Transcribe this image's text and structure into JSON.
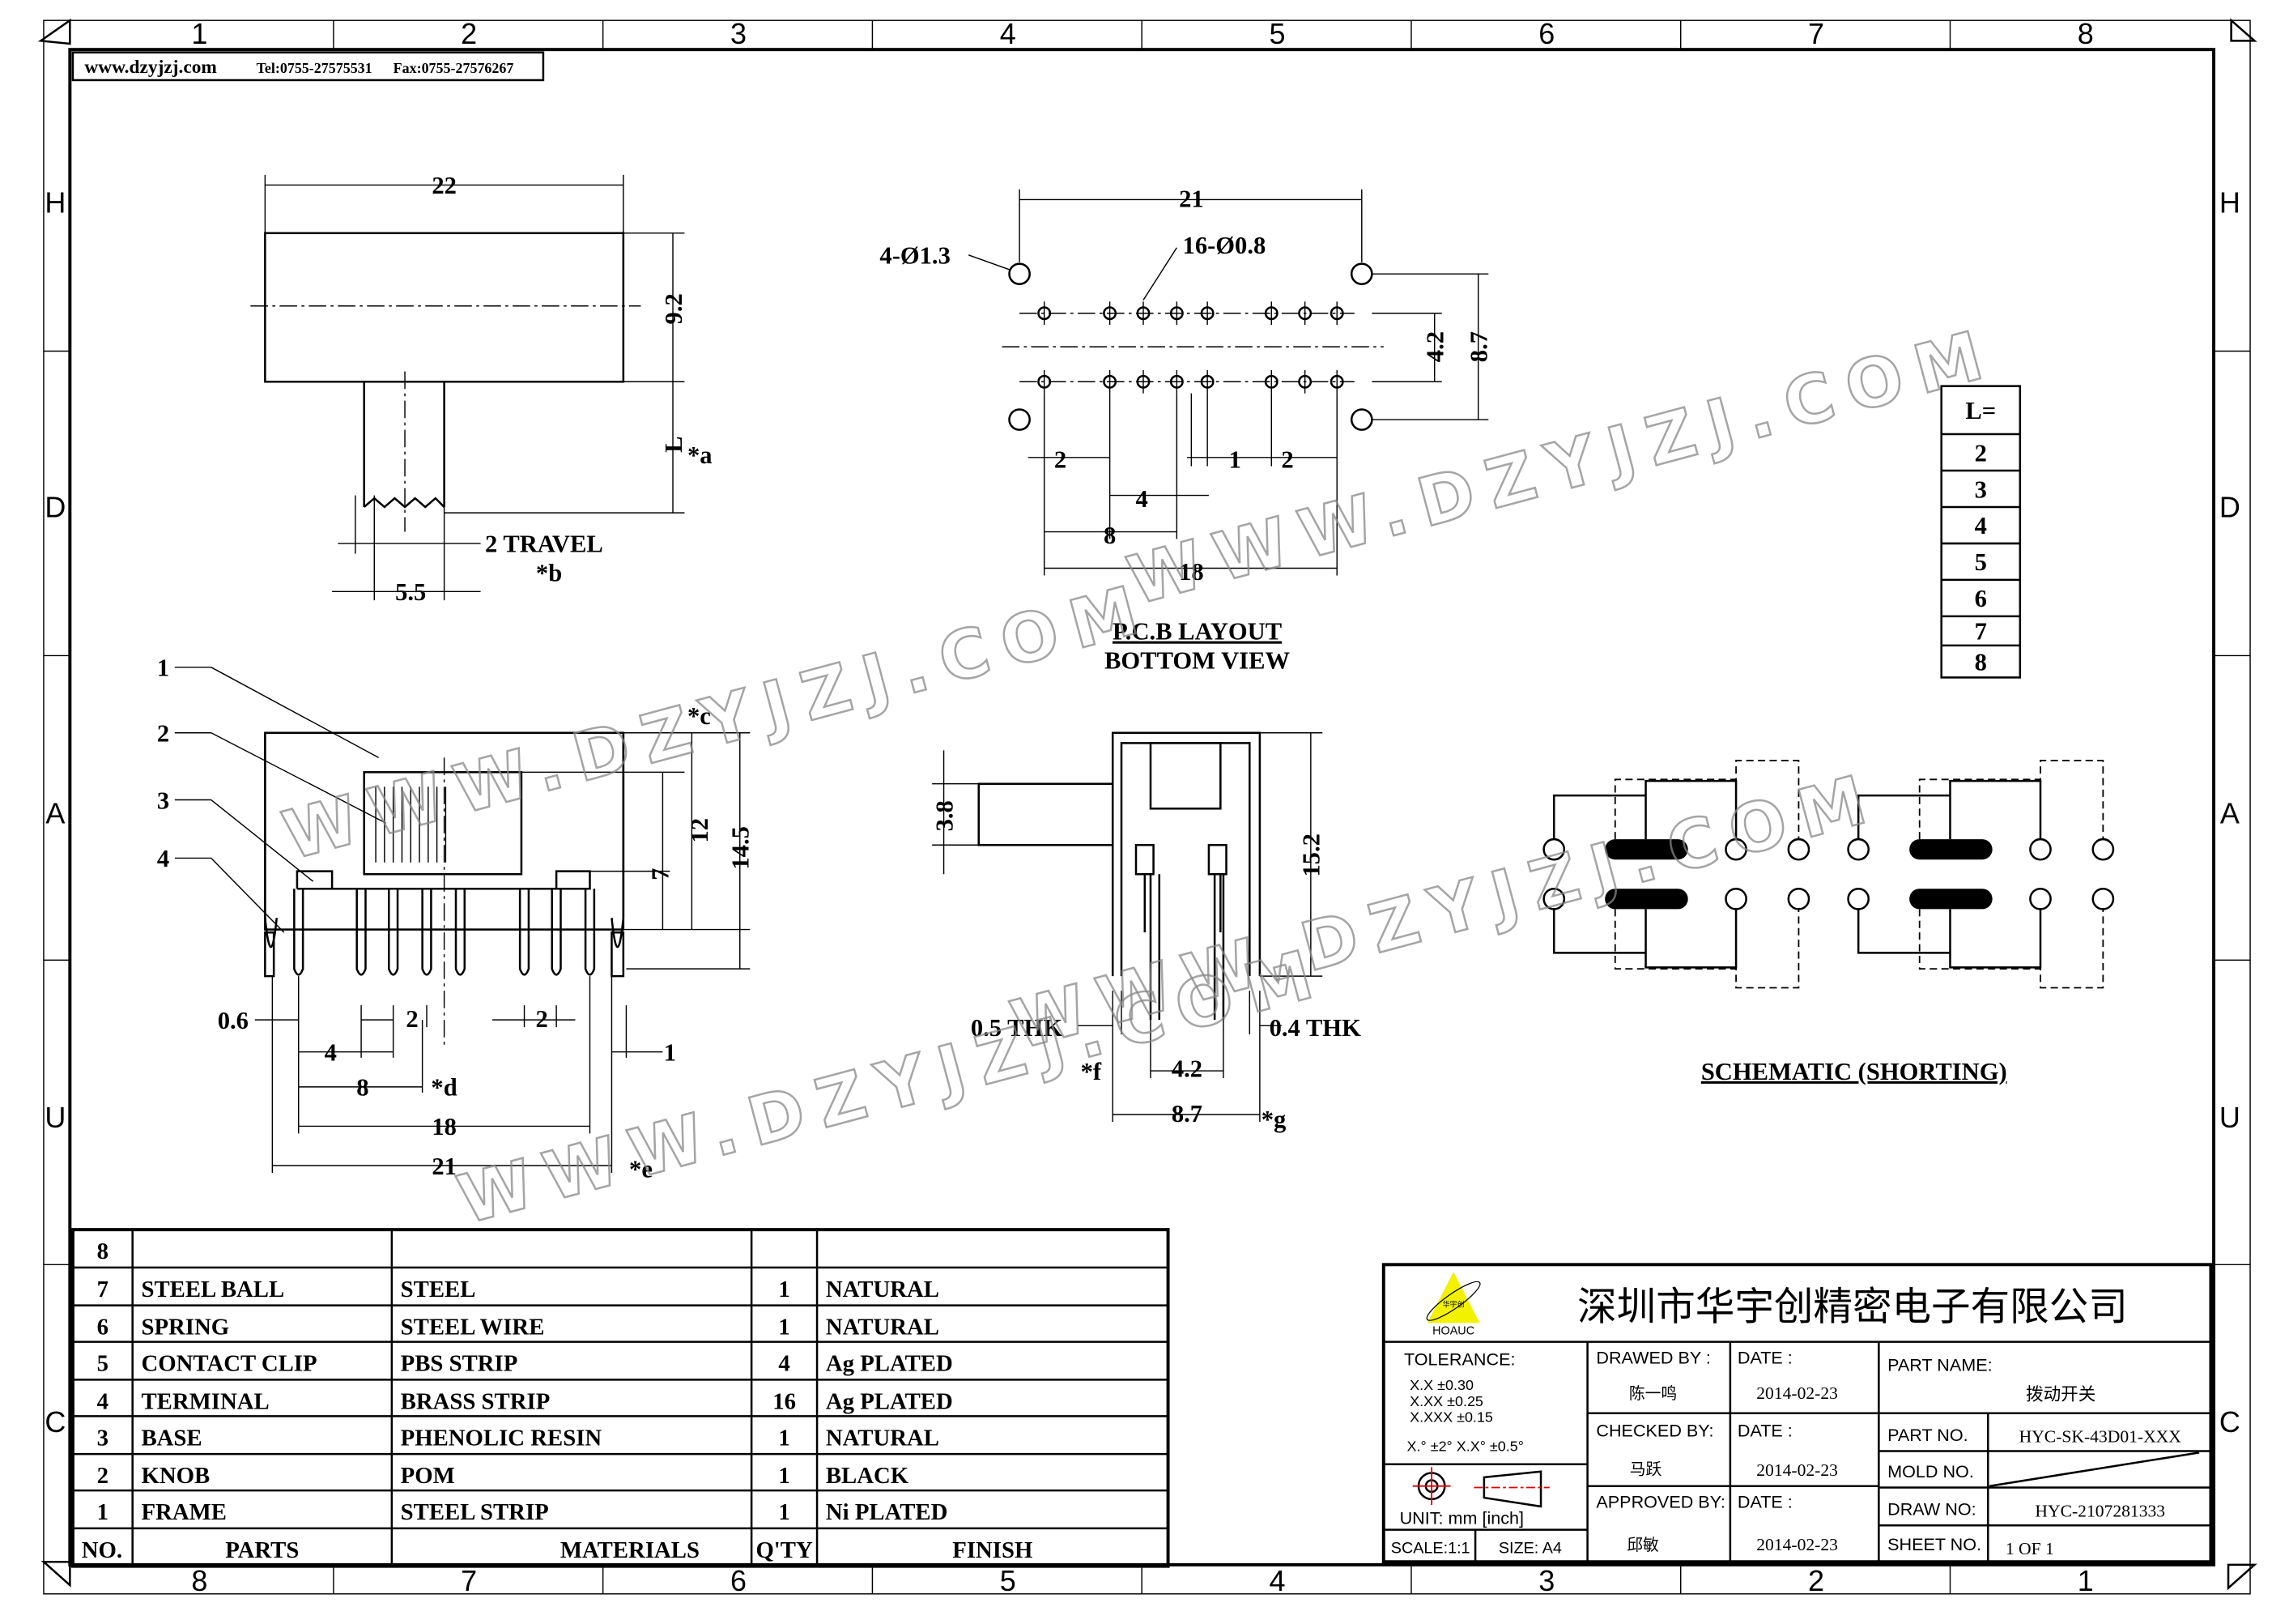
{
  "header": {
    "website": "www.dzyjzj.com",
    "tel": "Tel:0755-27575531",
    "fax": "Fax:0755-27576267"
  },
  "grid": {
    "top_columns": [
      "1",
      "2",
      "3",
      "4",
      "5",
      "6",
      "7",
      "8"
    ],
    "bottom_columns": [
      "8",
      "7",
      "6",
      "5",
      "4",
      "3",
      "2",
      "1"
    ],
    "rows": [
      "H",
      "D",
      "A",
      "U",
      "C"
    ]
  },
  "watermark": "WWW.DZYJZJ.COM",
  "top_view": {
    "width": "22",
    "height": "9.2",
    "length": "L",
    "note_a": "*a",
    "travel": "2 TRAVEL",
    "note_b": "*b",
    "stem": "5.5"
  },
  "pcb_layout": {
    "width": "21",
    "big_holes": "4-Ø1.3",
    "small_holes": "16-Ø0.8",
    "row_pitch": "4.2",
    "outer_pitch": "8.7",
    "d_2a": "2",
    "d_4": "4",
    "d_1": "1",
    "d_2b": "2",
    "d_8": "8",
    "d_18": "18",
    "title": "P.C.B LAYOUT",
    "subtitle": "BOTTOM VIEW"
  },
  "l_table": {
    "header": "L=",
    "values": [
      "2",
      "3",
      "4",
      "5",
      "6",
      "7",
      "8"
    ]
  },
  "front_view": {
    "callouts": [
      "1",
      "2",
      "3",
      "4"
    ],
    "note_c": "*c",
    "h12": "12",
    "h14_5": "14.5",
    "h7": "7",
    "d0_6": "0.6",
    "d4": "4",
    "d2a": "2",
    "d2b": "2",
    "d1": "1",
    "d8": "8",
    "note_d": "*d",
    "d18": "18",
    "d21": "21",
    "note_e": "*e"
  },
  "side_view": {
    "h3_8": "3.8",
    "h15_2": "15.2",
    "thk_left": "0.5 THK",
    "thk_right": "0.4 THK",
    "note_f": "*f",
    "d4_2": "4.2",
    "d8_7": "8.7",
    "note_g": "*g"
  },
  "schematic": {
    "title": "SCHEMATIC (SHORTING)"
  },
  "bom": {
    "headers": [
      "NO.",
      "PARTS",
      "MATERIALS",
      "Q'TY",
      "FINISH"
    ],
    "rows": [
      {
        "no": "8",
        "part": "",
        "material": "",
        "qty": "",
        "finish": ""
      },
      {
        "no": "7",
        "part": "STEEL BALL",
        "material": "STEEL",
        "qty": "1",
        "finish": "NATURAL"
      },
      {
        "no": "6",
        "part": "SPRING",
        "material": "STEEL WIRE",
        "qty": "1",
        "finish": "NATURAL"
      },
      {
        "no": "5",
        "part": "CONTACT CLIP",
        "material": "PBS STRIP",
        "qty": "4",
        "finish": "Ag PLATED"
      },
      {
        "no": "4",
        "part": "TERMINAL",
        "material": "BRASS STRIP",
        "qty": "16",
        "finish": "Ag PLATED"
      },
      {
        "no": "3",
        "part": "BASE",
        "material": "PHENOLIC RESIN",
        "qty": "1",
        "finish": "NATURAL"
      },
      {
        "no": "2",
        "part": "KNOB",
        "material": "POM",
        "qty": "1",
        "finish": "BLACK"
      },
      {
        "no": "1",
        "part": "FRAME",
        "material": "STEEL STRIP",
        "qty": "1",
        "finish": "Ni PLATED"
      }
    ]
  },
  "title_block": {
    "logo_cn": "华宇创",
    "logo_en": "HOAUC",
    "company": "深圳市华宇创精密电子有限公司",
    "tolerance_label": "TOLERANCE:",
    "tolerances": [
      "X.X    ±0.30",
      "X.XX   ±0.25",
      "X.XXX ±0.15"
    ],
    "angle_tol": "X.°  ±2°      X.X° ±0.5°",
    "unit": "UNIT:  mm  [inch]",
    "scale": "SCALE:1:1",
    "size": "SIZE:  A4",
    "drawed_by_label": "DRAWED  BY :",
    "drawed_by": "陈一鸣",
    "checked_by_label": "CHECKED  BY:",
    "checked_by": "马跃",
    "approved_by_label": "APPROVED  BY:",
    "approved_by": "邱敏",
    "date_label": "DATE  :",
    "date1": "2014-02-23",
    "date2": "2014-02-23",
    "date3": "2014-02-23",
    "part_name_label": "PART  NAME:",
    "part_name": "拨动开关",
    "part_no_label": "PART  NO.",
    "part_no": "HYC-SK-43D01-XXX",
    "mold_no_label": "MOLD  NO.",
    "draw_no_label": "DRAW  NO:",
    "draw_no": "HYC-2107281333",
    "sheet_no_label": "SHEET  NO.",
    "sheet_no": "1  OF  1"
  },
  "colors": {
    "logo_yellow": "#f2f200",
    "center_mark_red": "#e00000",
    "watermark": "#888888"
  }
}
